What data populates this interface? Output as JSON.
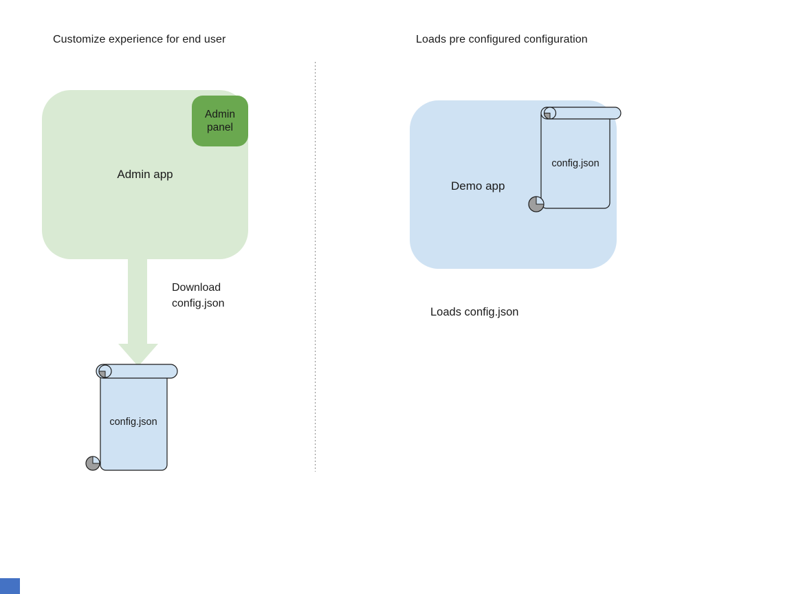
{
  "left_section": {
    "title": "Customize experience for end user",
    "admin_app_label": "Admin app",
    "admin_panel_label": "Admin panel",
    "arrow_caption": "Download config.json",
    "config_file_label": "config.json"
  },
  "right_section": {
    "title": "Loads pre configured configuration",
    "demo_app_label": "Demo app",
    "config_file_label": "config.json",
    "caption": "Loads config.json"
  },
  "colors": {
    "admin_app_fill": "#d9ead3",
    "admin_panel_fill": "#6aa84f",
    "arrow_fill": "#d9ead3",
    "demo_app_fill": "#cfe2f3",
    "scroll_fill": "#cfe2f3",
    "scroll_curl_fill": "#9e9e9e",
    "outline": "#1a1a1a",
    "divider_dotted": "#8a8a8a",
    "corner_marker": "#4472c4",
    "text": "#1a1a1a"
  }
}
